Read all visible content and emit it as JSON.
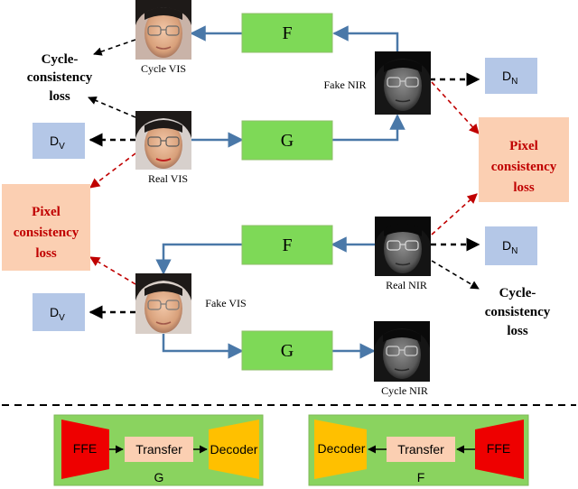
{
  "generators": {
    "f_label": "F",
    "g_label": "G"
  },
  "images": {
    "cycle_vis": "Cycle VIS",
    "real_vis": "Real VIS",
    "fake_vis": "Fake VIS",
    "fake_nir": "Fake NIR",
    "real_nir": "Real NIR",
    "cycle_nir": "Cycle NIR"
  },
  "discriminators": {
    "d_letter": "D",
    "v_sub": "V",
    "n_sub": "N"
  },
  "losses": {
    "cycle_line1": "Cycle-",
    "cycle_line2": "consistency",
    "cycle_line3": "loss",
    "pixel_line1": "Pixel",
    "pixel_line2": "consistency",
    "pixel_line3": "loss"
  },
  "architecture": {
    "g_label": "G",
    "f_label": "F",
    "ffe": "FFE",
    "transfer": "Transfer",
    "decoder": "Decoder"
  },
  "colors": {
    "green_box": "#7ed957",
    "blue_box": "#b4c7e7",
    "salmon_box": "#fbcfb2",
    "red_block": "#ee0000",
    "orange_block": "#ffc000",
    "arrow_blue": "#4a78a8",
    "dash_red": "#c00000"
  }
}
